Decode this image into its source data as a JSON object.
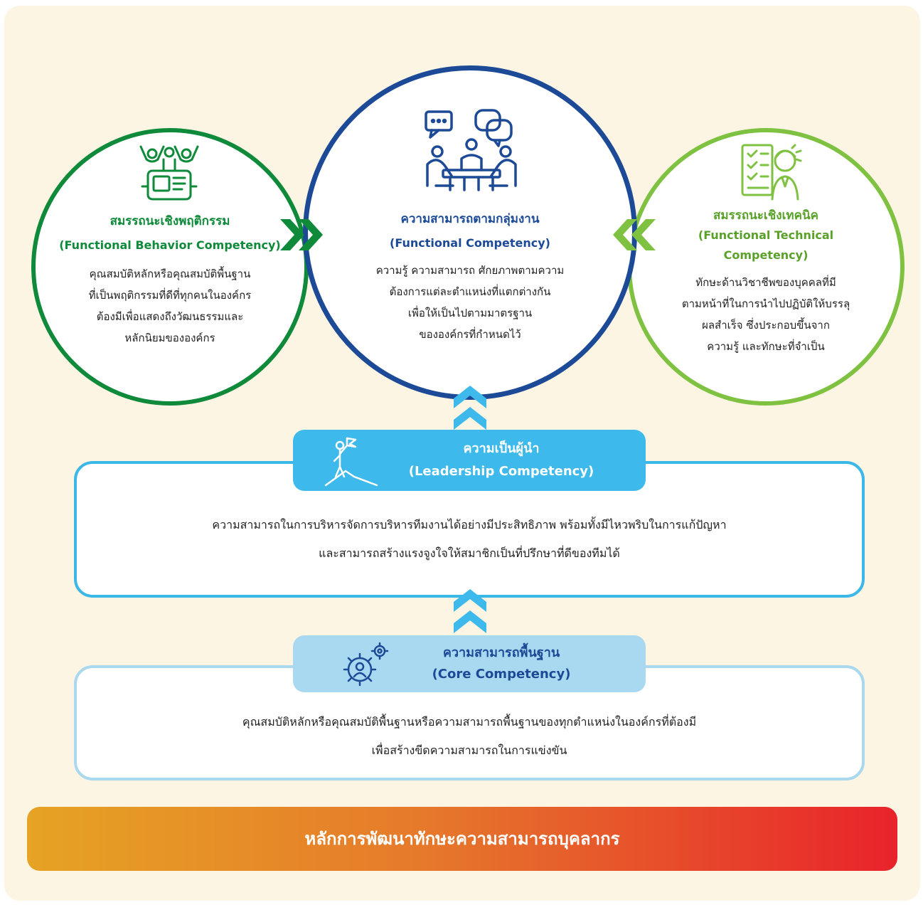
{
  "colors": {
    "background": "#fdf5e4",
    "behavior_green": "#0e8a3a",
    "functional_blue": "#1c4a97",
    "technical_green": "#7fc241",
    "leadership_blue": "#3db9eb",
    "core_blue": "#a9d9f1",
    "footer_gradient": [
      "#e6a324",
      "#e67a2b",
      "#e8232b"
    ]
  },
  "behavior": {
    "title": "สมรรถนะเชิงพฤติกรรม",
    "subtitle": "(Functional Behavior Competency)",
    "body": [
      "คุณสมบัติหลักหรือคุณสมบัติพื้นฐาน",
      "ที่เป็นพฤติกรรมที่ดีที่ทุกคนในองค์กร",
      "ต้องมีเพื่อแสดงถึงวัฒนธรรมและ",
      "หลักนิยมขององค์กร"
    ],
    "icon": "team-cheer-icon"
  },
  "functional": {
    "title": "ความสามารถตามกลุ่มงาน",
    "subtitle": "(Functional Competency)",
    "body": [
      "ความรู้ ความสามารถ ศักยภาพตามความ",
      "ต้องการแต่ละตำแหน่งที่แตกต่างกัน",
      "เพื่อให้เป็นไปตามมาตรฐาน",
      "ขององค์กรที่กำหนดไว้"
    ],
    "icon": "meeting-discussion-icon"
  },
  "technical": {
    "title": "สมรรถนะเชิงเทคนิค",
    "subtitle_line1": "(Functional Technical",
    "subtitle_line2": "Competency)",
    "body": [
      "ทักษะด้านวิชาชีพของบุคคลที่มี",
      "ตามหน้าที่ในการนำไปปฏิบัติให้บรรลุ",
      "ผลสำเร็จ ซึ่งประกอบขึ้นจาก",
      "ความรู้ และทักษะที่จำเป็น"
    ],
    "icon": "engineer-checklist-icon"
  },
  "leadership": {
    "title": "ความเป็นผู้นำ",
    "subtitle": "(Leadership Competency)",
    "body": [
      "ความสามารถในการบริหารจัดการบริหารทีมงานได้อย่างมีประสิทธิภาพ พร้อมทั้งมีไหวพริบในการแก้ปัญหา",
      "และสามารถสร้างแรงจูงใจให้สมาชิกเป็นที่ปรึกษาที่ดีของทีมได้"
    ],
    "icon": "leader-flag-icon"
  },
  "core": {
    "title": "ความสามารถพื้นฐาน",
    "subtitle": "(Core Competency)",
    "body": [
      "คุณสมบัติหลักหรือคุณสมบัติพื้นฐานหรือความสามารถพื้นฐานของทุกตำแหน่งในองค์กรที่ต้องมี",
      "เพื่อสร้างขีดความสามารถในการแข่งขัน"
    ],
    "icon": "gear-person-icon"
  },
  "footer": {
    "title": "หลักการพัฒนาทักษะความสามารถบุคลากร"
  }
}
